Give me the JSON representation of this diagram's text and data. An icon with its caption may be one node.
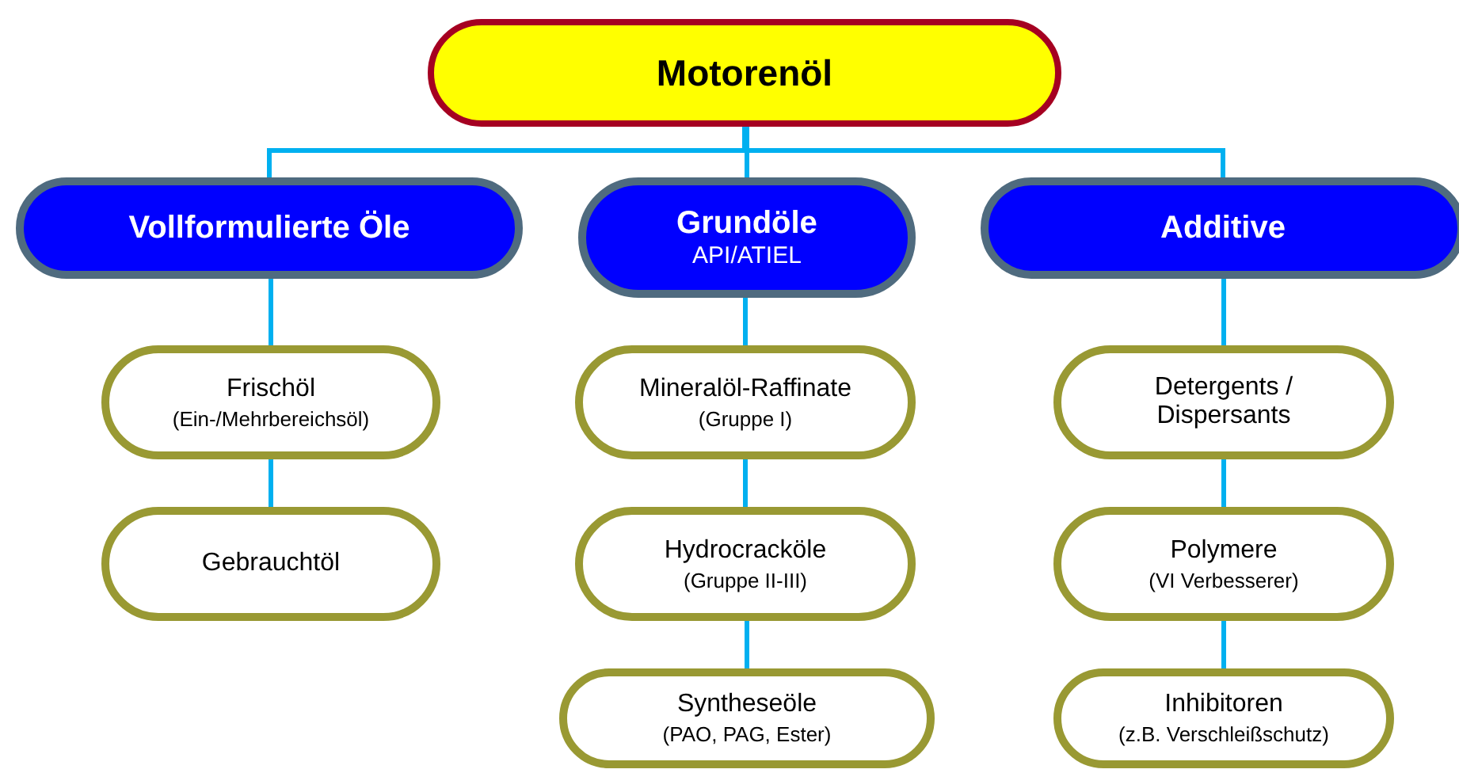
{
  "diagram": {
    "nodes": [
      {
        "text": [
          "Motorenöl"
        ]
      },
      {
        "text": [
          "Vollformulierte Öle"
        ]
      },
      {
        "text": [
          "Grundöle",
          "API/ATIEL"
        ]
      },
      {
        "text": [
          "Additive"
        ]
      },
      {
        "text": [
          "Frischöl",
          "(Ein-/Mehrbereichsöl)"
        ]
      },
      {
        "text": [
          "Gebrauchtöl"
        ]
      },
      {
        "text": [
          "Mineralöl-Raffinate",
          "(Gruppe I)"
        ]
      },
      {
        "text": [
          "Hydrocracköle",
          "(Gruppe II-III)"
        ]
      },
      {
        "text": [
          "Syntheseöle",
          "(PAO, PAG, Ester)"
        ]
      },
      {
        "text": [
          "Detergents / Dispersants"
        ]
      },
      {
        "text": [
          "Polymere",
          "(VI Verbesserer)"
        ]
      },
      {
        "text": [
          "Inhibitoren",
          "(z.B. Verschleißschutz)"
        ]
      }
    ],
    "edges": [
      {
        "from": 0,
        "to": 1,
        "arrow": "none"
      },
      {
        "from": 0,
        "to": 2,
        "arrow": "none"
      },
      {
        "from": 0,
        "to": 3,
        "arrow": "none"
      },
      {
        "from": 1,
        "to": 4,
        "arrow": "none"
      },
      {
        "from": 4,
        "to": 5,
        "arrow": "none"
      },
      {
        "from": 2,
        "to": 6,
        "arrow": "none"
      },
      {
        "from": 6,
        "to": 7,
        "arrow": "none"
      },
      {
        "from": 7,
        "to": 8,
        "arrow": "none"
      },
      {
        "from": 3,
        "to": 9,
        "arrow": "none"
      },
      {
        "from": 9,
        "to": 10,
        "arrow": "none"
      },
      {
        "from": 10,
        "to": 11,
        "arrow": "none"
      }
    ]
  }
}
